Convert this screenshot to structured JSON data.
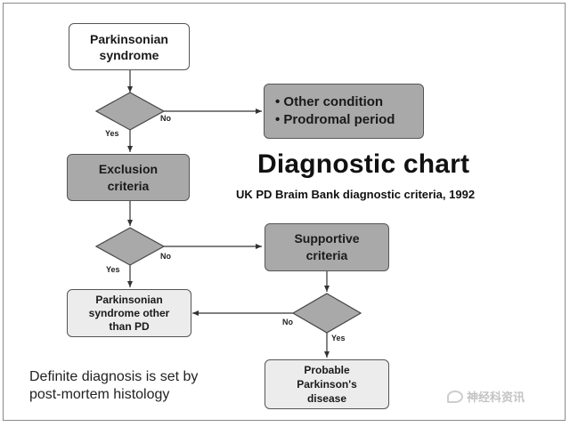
{
  "chart": {
    "title": "Diagnostic chart",
    "subtitle": "UK PD Braim Bank diagnostic criteria, 1992",
    "note": "Definite diagnosis is set by\npost-mortem histology"
  },
  "nodes": {
    "parkinsonian_syndrome": "Parkinsonian\nsyndrome",
    "other_condition": "• Other condition\n• Prodromal period",
    "exclusion_criteria": "Exclusion\ncriteria",
    "supportive_criteria": "Supportive\ncriteria",
    "parkinsonian_other": "Parkinsonian\nsyndrome other\nthan PD",
    "probable_pd": "Probable\nParkinson's\ndisease"
  },
  "edge_labels": {
    "d1_no": "No",
    "d1_yes": "Yes",
    "d2_no": "No",
    "d2_yes": "Yes",
    "d3_no": "No",
    "d3_yes": "Yes"
  },
  "watermark": "神经科资讯"
}
